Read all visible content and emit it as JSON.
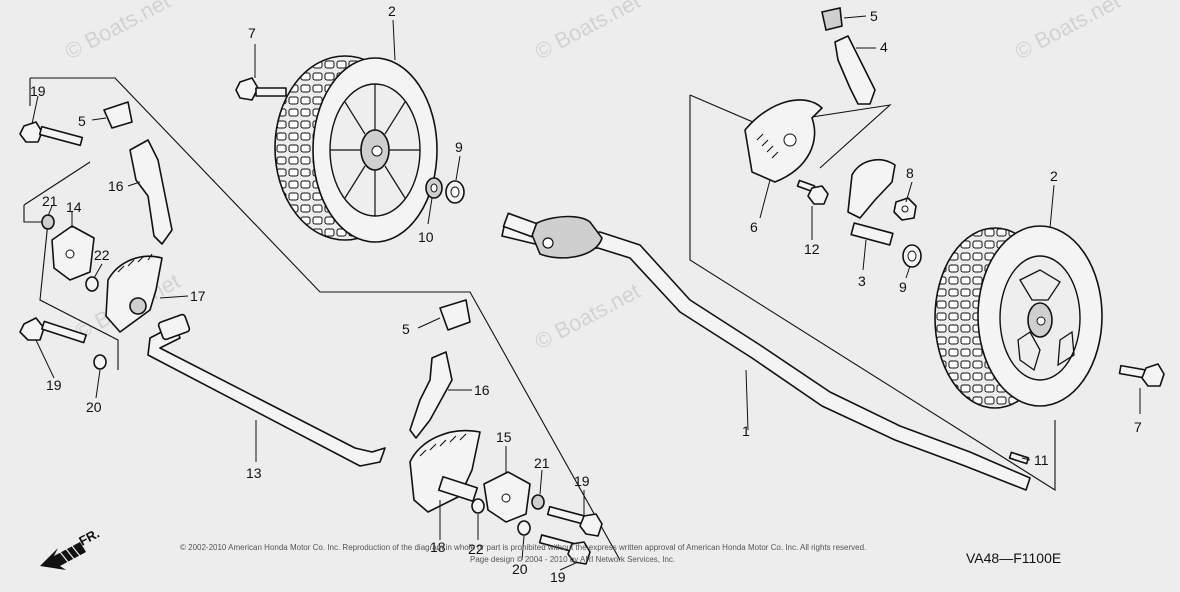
{
  "diagram": {
    "code": "VA48—F1100E",
    "direction_label": "FR.",
    "watermark": "© Boats.net",
    "copyright_line1": "© 2002-2010 American Honda Motor Co. Inc. Reproduction of the diagram in whole or part is prohibited without the express written approval of American Honda Motor Co. Inc. All rights reserved.",
    "copyright_line2": "Page design © 2004 - 2010 by ARI Network Services, Inc."
  },
  "callouts": {
    "c1": "1",
    "c2a": "2",
    "c2b": "2",
    "c3": "3",
    "c4": "4",
    "c5a": "5",
    "c5b": "5",
    "c5c": "5",
    "c6": "6",
    "c7a": "7",
    "c7b": "7",
    "c8": "8",
    "c9a": "9",
    "c9b": "9",
    "c10": "10",
    "c11": "11",
    "c12": "12",
    "c13": "13",
    "c14": "14",
    "c15": "15",
    "c16a": "16",
    "c16b": "16",
    "c17": "17",
    "c18": "18",
    "c19a": "19",
    "c19b": "19",
    "c19c": "19",
    "c19d": "19",
    "c20a": "20",
    "c20b": "20",
    "c21a": "21",
    "c21b": "21",
    "c22a": "22",
    "c22b": "22"
  }
}
